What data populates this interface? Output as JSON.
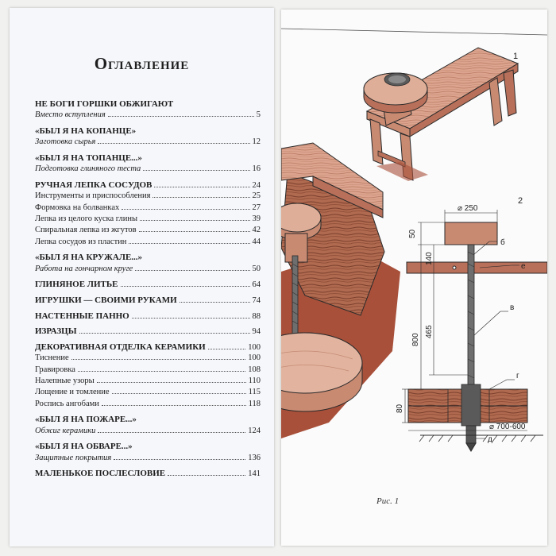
{
  "toc": {
    "title": "Оглавление",
    "entries": [
      {
        "text": "НЕ БОГИ ГОРШКИ ОБЖИГАЮТ",
        "page": "",
        "type": "sec",
        "gap": false
      },
      {
        "text": "Вместо вступления",
        "page": "5",
        "type": "sub-it",
        "gap": false
      },
      {
        "text": "«БЫЛ Я НА КОПАНЦЕ»",
        "page": "",
        "type": "sec",
        "gap": true
      },
      {
        "text": "Заготовка сырья",
        "page": "12",
        "type": "sub-it",
        "gap": false
      },
      {
        "text": "«БЫЛ Я НА ТОПАНЦЕ...»",
        "page": "",
        "type": "sec",
        "gap": true
      },
      {
        "text": "Подготовка глиняного теста",
        "page": "16",
        "type": "sub-it",
        "gap": false
      },
      {
        "text": "РУЧНАЯ ЛЕПКА СОСУДОВ",
        "page": "24",
        "type": "sec",
        "gap": true
      },
      {
        "text": "Инструменты и приспособления",
        "page": "25",
        "type": "sub-reg",
        "gap": false
      },
      {
        "text": "Формовка на болванках",
        "page": "27",
        "type": "sub-reg",
        "gap": false
      },
      {
        "text": "Лепка из целого куска глины",
        "page": "39",
        "type": "sub-reg",
        "gap": false
      },
      {
        "text": "Спиральная лепка из жгутов",
        "page": "42",
        "type": "sub-reg",
        "gap": false
      },
      {
        "text": "Лепка сосудов из пластин",
        "page": "44",
        "type": "sub-reg",
        "gap": false
      },
      {
        "text": "«БЫЛ Я НА КРУЖАЛЕ...»",
        "page": "",
        "type": "sec",
        "gap": true
      },
      {
        "text": "Работа на гончарном круге",
        "page": "50",
        "type": "sub-it",
        "gap": false
      },
      {
        "text": "ГЛИНЯНОЕ ЛИТЬЕ",
        "page": "64",
        "type": "sec",
        "gap": true
      },
      {
        "text": "ИГРУШКИ — СВОИМИ РУКАМИ",
        "page": "74",
        "type": "sec",
        "gap": true
      },
      {
        "text": "НАСТЕННЫЕ ПАННО",
        "page": "88",
        "type": "sec",
        "gap": true
      },
      {
        "text": "ИЗРАЗЦЫ",
        "page": "94",
        "type": "sec",
        "gap": true
      },
      {
        "text": "ДЕКОРАТИВНАЯ ОТДЕЛКА КЕРАМИКИ",
        "page": "100",
        "type": "sec",
        "gap": true
      },
      {
        "text": "Тиснение",
        "page": "100",
        "type": "sub-reg",
        "gap": false
      },
      {
        "text": "Гравировка",
        "page": "108",
        "type": "sub-reg",
        "gap": false
      },
      {
        "text": "Налепные узоры",
        "page": "110",
        "type": "sub-reg",
        "gap": false
      },
      {
        "text": "Лощение и томление",
        "page": "115",
        "type": "sub-reg",
        "gap": false
      },
      {
        "text": "Роспись ангобами",
        "page": "118",
        "type": "sub-reg",
        "gap": false
      },
      {
        "text": "«БЫЛ Я НА ПОЖАРЕ...»",
        "page": "",
        "type": "sec",
        "gap": true
      },
      {
        "text": "Обжиг керамики",
        "page": "124",
        "type": "sub-it",
        "gap": false
      },
      {
        "text": "«БЫЛ Я НА ОБВАРЕ...»",
        "page": "",
        "type": "sec",
        "gap": true
      },
      {
        "text": "Защитные покрытия",
        "page": "136",
        "type": "sub-it",
        "gap": false
      },
      {
        "text": "МАЛЕНЬКОЕ ПОСЛЕСЛОВИЕ",
        "page": "141",
        "type": "sec",
        "gap": true
      }
    ]
  },
  "figure": {
    "caption": "Рис. 1",
    "part1_label": "1",
    "part2_label": "2",
    "dim_top_diameter": "⌀ 250",
    "dim_base_diameter": "⌀ 700-600",
    "dim_50": "50",
    "dim_140": "140",
    "dim_465": "465",
    "dim_800": "800",
    "dim_80": "80",
    "label_b": "б",
    "label_e": "е",
    "label_v": "в",
    "label_g": "г",
    "label_d": "д",
    "colors": {
      "wood": "#d9a08a",
      "wood_dark": "#b8705a",
      "shadow": "#a8503a",
      "metal": "#6e6e6e",
      "line": "#2a2a2a"
    }
  }
}
